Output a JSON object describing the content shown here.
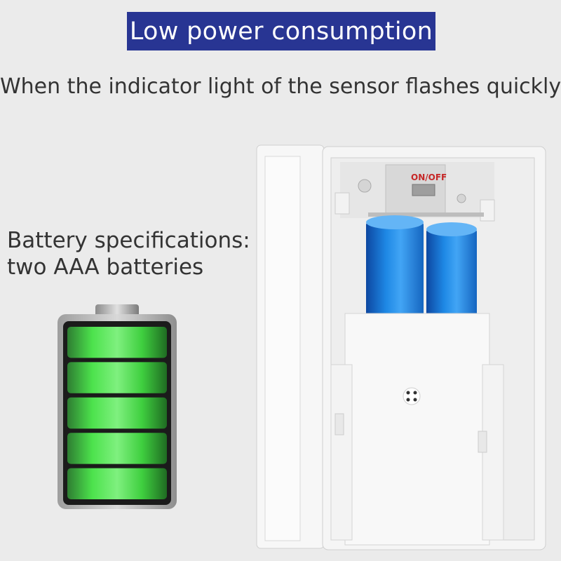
{
  "header": {
    "title": "Low power consumption"
  },
  "subtitle": "When the indicator light of the sensor flashes quickly",
  "battery_spec": {
    "line1": "Battery specifications:",
    "line2": "two AAA batteries",
    "charge_level": 1.0
  },
  "device": {
    "switch_label": "ON/OFF"
  },
  "colors": {
    "badge_background": "#283593",
    "battery_green": "#3ddc3d",
    "cell_blue": "#1e88e5",
    "background": "#ebebeb"
  }
}
